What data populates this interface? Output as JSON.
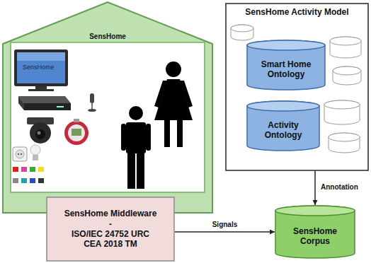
{
  "diagram": {
    "nodes": [
      {
        "text": [
          "SensHome"
        ]
      },
      {
        "text": [
          "SensHome Activity Model"
        ]
      },
      {
        "text": [
          "Smart Home Ontology"
        ],
        "in": 1
      },
      {
        "text": [
          "Activity Ontology"
        ],
        "in": 1
      },
      {
        "text": [
          "SensHome Middleware",
          "-",
          "ISO/IEC 24752 URC",
          "CEA 2018 TM"
        ]
      },
      {
        "text": [
          "SensHome Corpus"
        ]
      }
    ],
    "edges": [
      {
        "from": 4,
        "to": 5,
        "label": "Signals",
        "arrow": "to"
      },
      {
        "from": 1,
        "to": 5,
        "label": "Annotation",
        "arrow": "to"
      }
    ],
    "labels": [
      "SensHome"
    ]
  }
}
